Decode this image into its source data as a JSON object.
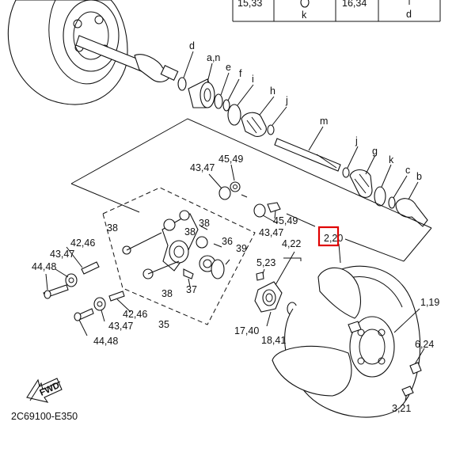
{
  "table_frag": {
    "c1": "15,33",
    "c2": "k",
    "c3": "16,34",
    "c4": "d"
  },
  "labels": {
    "d1": "d",
    "an": "a,n",
    "e": "e",
    "f": "f",
    "i": "i",
    "h": "h",
    "j1": "j",
    "m": "m",
    "j2": "j",
    "g": "g",
    "k": "k",
    "c": "c",
    "b": "b",
    "p4347a": "43,47",
    "p4549a": "45,49",
    "p38a": "38",
    "p38b": "38",
    "p4549b": "45,49",
    "p4347b": "43,47",
    "p422": "4,22",
    "p220": "2,20",
    "p4246a": "42,46",
    "p4347c": "43,47",
    "p4448a": "44,48",
    "p36": "36",
    "p39": "39",
    "p523": "5,23",
    "p37": "37",
    "p38c": "38",
    "p4246b": "42,46",
    "p4347d": "43,47",
    "p4448b": "44,48",
    "p35": "35",
    "p119": "1,19",
    "p1740": "17,40",
    "p1841": "18,41",
    "p624": "6,24",
    "p321": "3,21"
  },
  "fwd": "FWD",
  "code": "2C69100-E350",
  "colors": {
    "line": "#111111",
    "highlight": "#e00000",
    "background": "#ffffff"
  }
}
